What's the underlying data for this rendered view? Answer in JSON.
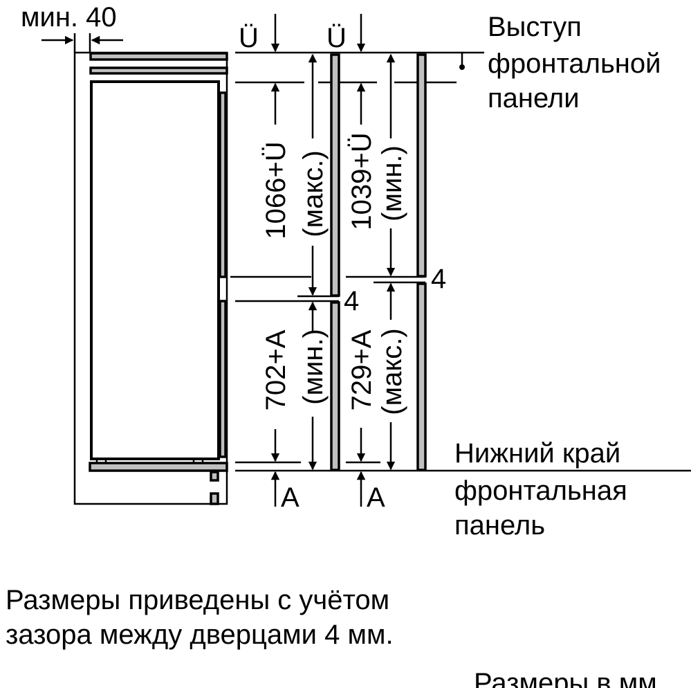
{
  "diagram": {
    "clearance_label": "мин. 40",
    "u_label_1": "Ü",
    "u_label_2": "Ü",
    "dim_upper_max": "1066+Ü",
    "dim_upper_max_note": "(макс.)",
    "dim_upper_min": "1039+Ü",
    "dim_upper_min_note": "(мин.)",
    "dim_lower_min": "702+A",
    "dim_lower_min_note": "(мин.)",
    "dim_lower_max": "729+A",
    "dim_lower_max_note": "(макс.)",
    "gap_label_1": "4",
    "gap_label_2": "4",
    "a_label_1": "A",
    "a_label_2": "A",
    "top_callout": [
      "Выступ",
      "фронтальной",
      "панели"
    ],
    "bottom_callout": [
      "Нижний край",
      "фронтальная",
      "панель"
    ],
    "note": [
      "Размеры приведены с учётом",
      "зазора между дверцами 4 мм."
    ],
    "units_note": "Размеры в мм"
  },
  "colors": {
    "panel_fill": "#c0c0c0",
    "line": "#000000"
  }
}
